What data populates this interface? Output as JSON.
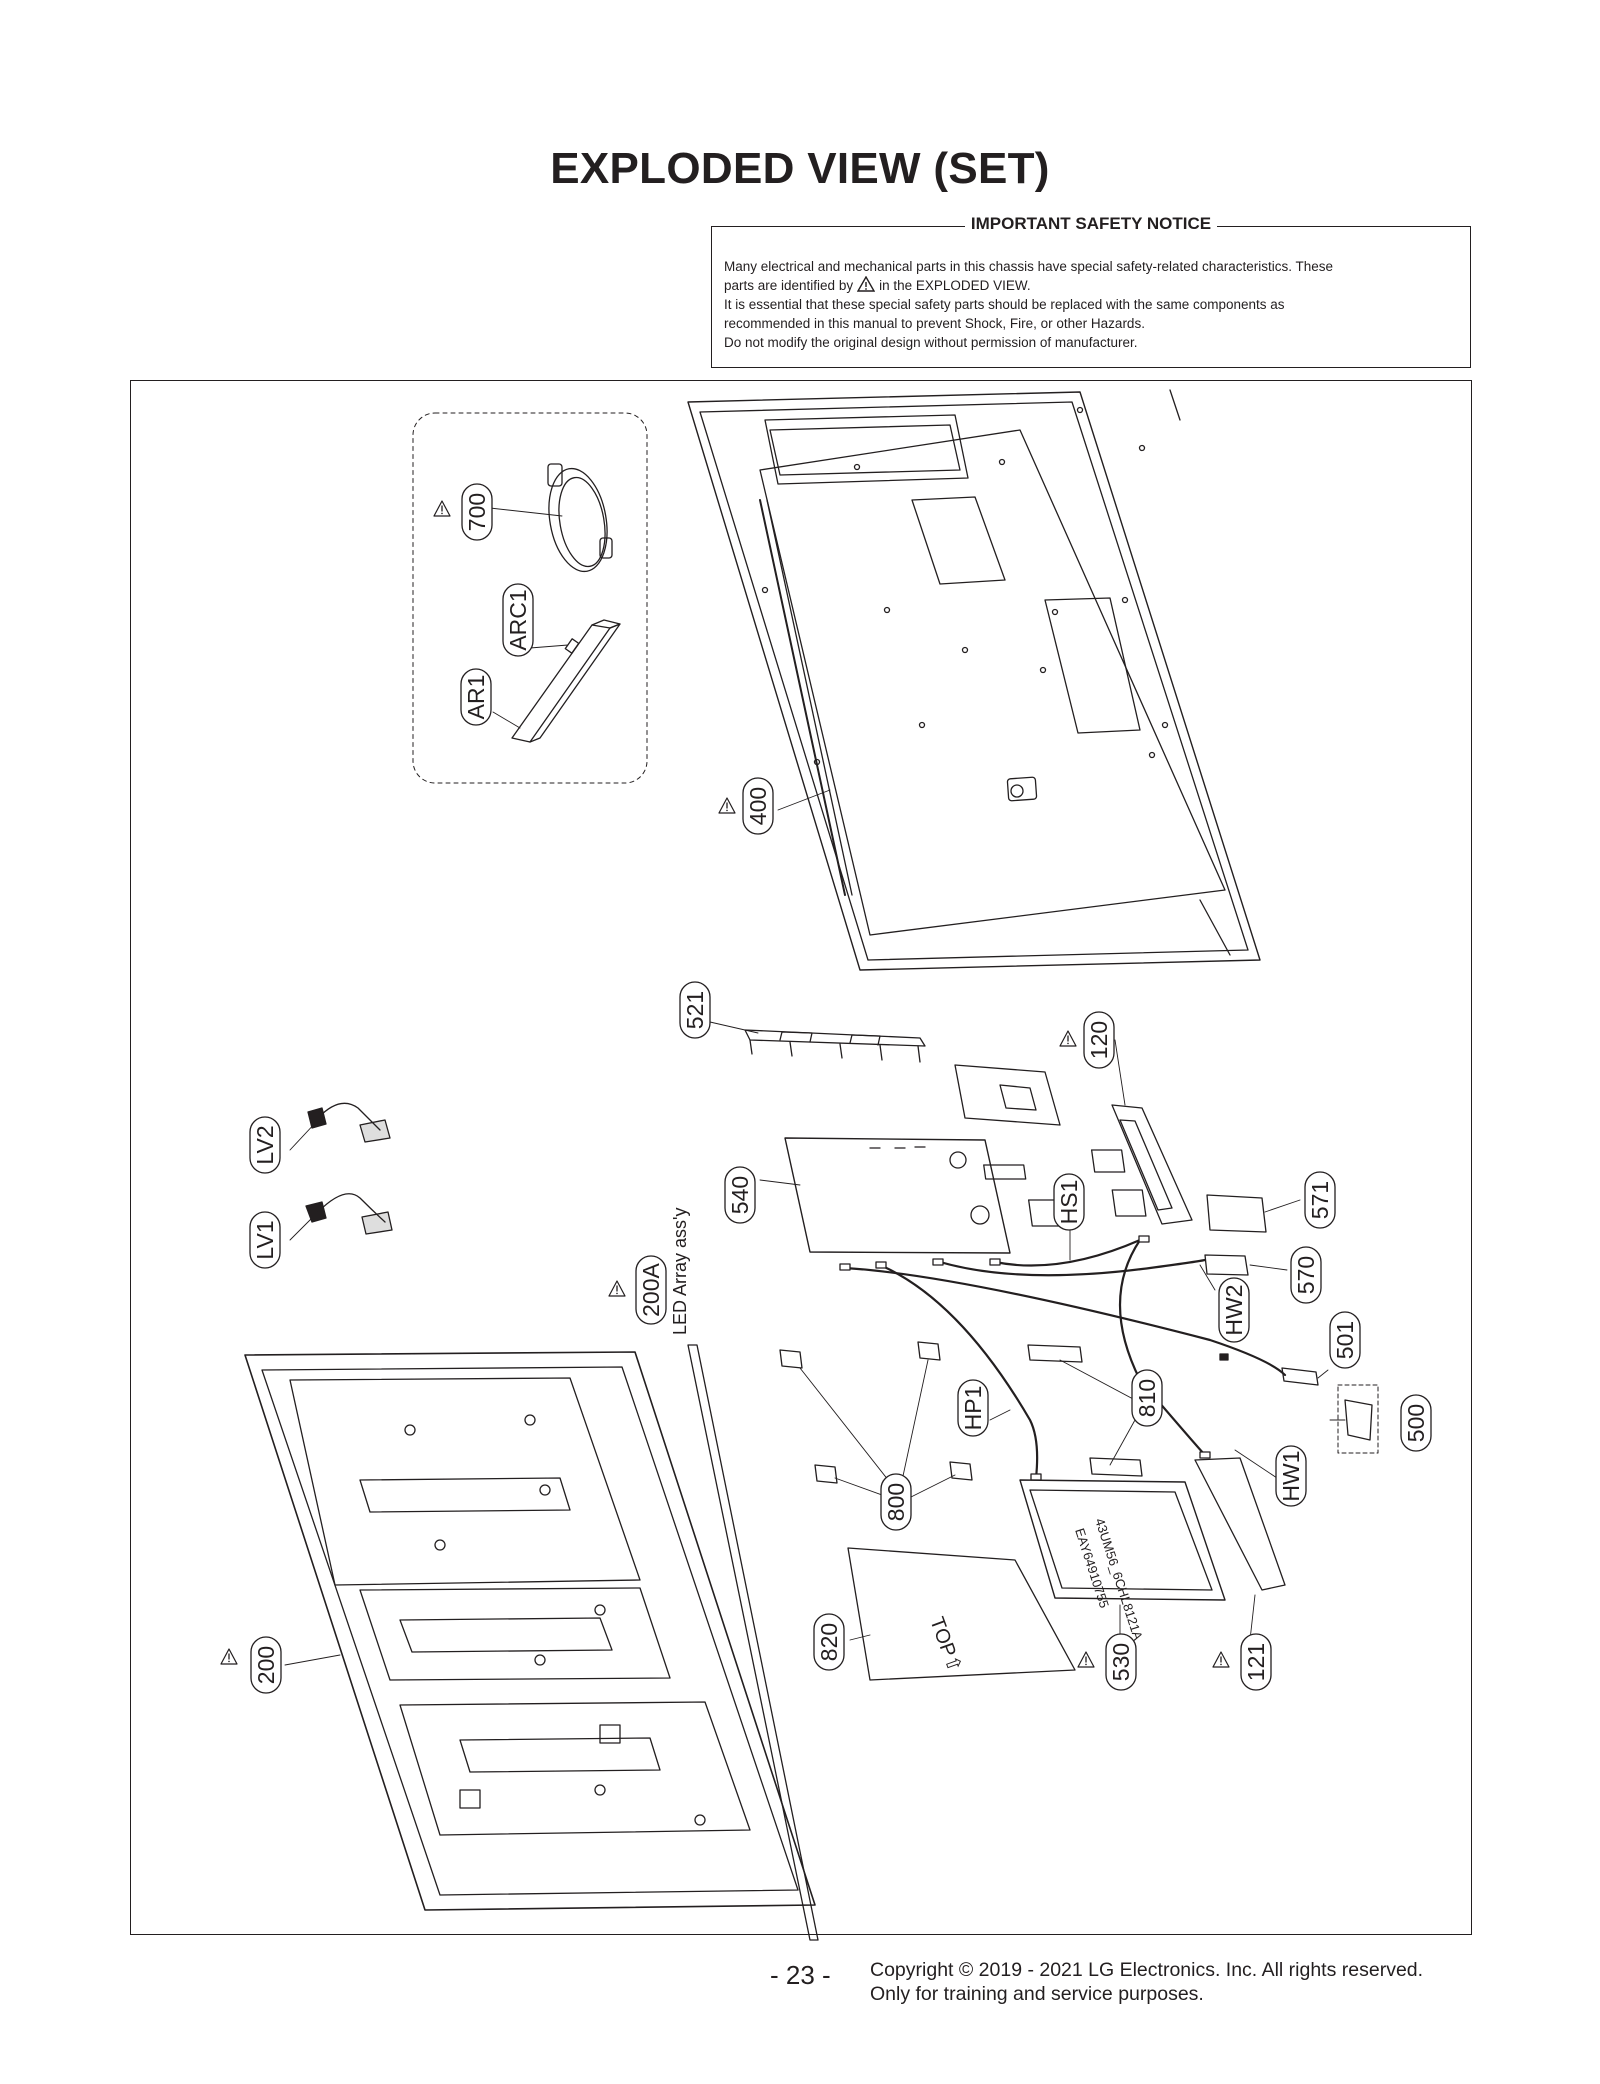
{
  "document": {
    "title": "EXPLODED VIEW (SET)",
    "notice": {
      "heading": "IMPORTANT SAFETY NOTICE",
      "line1": "Many electrical and mechanical parts in this chassis have special safety-related characteristics. These",
      "line2a": "parts are identified by",
      "line2b": "in the EXPLODED VIEW.",
      "line3": "It is essential that these special safety parts should be replaced with the same components as",
      "line4": "recommended in this manual to prevent Shock, Fire, or other Hazards.",
      "line5": "Do not modify the original design without permission of manufacturer."
    },
    "part_labels": {
      "p700": "700",
      "arc1": "ARC1",
      "ar1": "AR1",
      "p400": "400",
      "p521": "521",
      "p120": "120",
      "lv2": "LV2",
      "lv1": "LV1",
      "p540": "540",
      "hs1": "HS1",
      "p571": "571",
      "p570": "570",
      "hw2": "HW2",
      "p200a": "200A",
      "led_array": "LED Array ass'y",
      "p501": "501",
      "p500": "500",
      "hp1": "HP1",
      "p810": "810",
      "hw1": "HW1",
      "p800": "800",
      "p820": "820",
      "p530": "530",
      "p121": "121",
      "p200": "200"
    },
    "drawing_text": {
      "top_mark": "TOP⇧",
      "psu_model": "43UM56_6CHL8121A",
      "psu_part": "EAY64910755"
    },
    "footer": {
      "page_number": "- 23 -",
      "copyright": "Copyright  © 2019 - 2021 LG Electronics. Inc. All rights reserved.",
      "usage": "Only for training and service purposes."
    }
  }
}
